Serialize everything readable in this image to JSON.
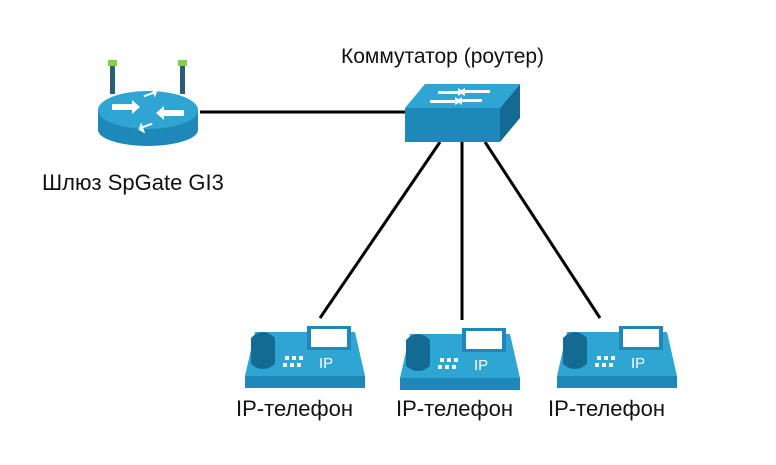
{
  "diagram": {
    "switch": {
      "label": "Коммутатор (роутер)"
    },
    "gateway": {
      "label": "Шлюз SpGate GI3"
    },
    "phones": [
      {
        "label": "IP-телефон",
        "badge": "IP"
      },
      {
        "label": "IP-телефон",
        "badge": "IP"
      },
      {
        "label": "IP-телефон",
        "badge": "IP"
      }
    ],
    "colors": {
      "device_blue": "#1e89b9",
      "device_top": "#2fa5d3",
      "device_dark": "#136b93",
      "link": "#000000",
      "icon_white": "#ffffff"
    }
  }
}
